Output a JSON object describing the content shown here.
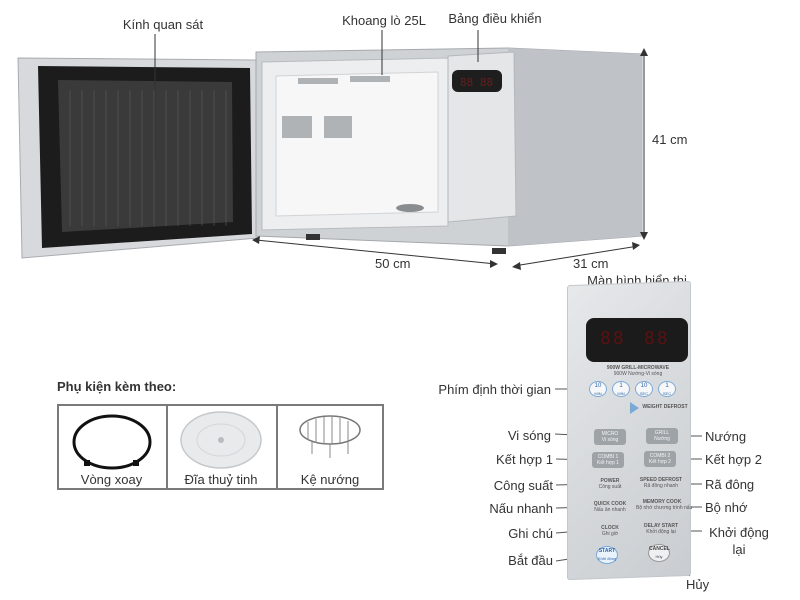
{
  "top_labels": {
    "viewing_window": "Kính quan sát",
    "cavity": "Khoang lò 25L",
    "control_panel": "Bảng điều khiển"
  },
  "dimensions": {
    "height": "41 cm",
    "width": "50 cm",
    "depth": "31 cm"
  },
  "display_label": "Màn hình hiển thị",
  "accessories": {
    "title": "Phụ kiện kèm theo:",
    "items": [
      "Vòng xoay",
      "Đĩa thuỷ tinh",
      "Kệ nướng"
    ]
  },
  "callouts": {
    "time_keys": "Phím định thời gian",
    "microwave": "Vi sóng",
    "grill": "Nướng",
    "combi1": "Kết hợp 1",
    "combi2": "Kết hợp 2",
    "power": "Công suất",
    "defrost": "Rã đông",
    "quick_cook": "Nấu nhanh",
    "memory": "Bộ nhớ",
    "clock": "Ghi chú",
    "delay_start": "Khởi động lại",
    "start": "Bắt đầu",
    "cancel": "Hủy"
  },
  "panel": {
    "display_digits_left": "88",
    "display_digits_right": "88",
    "spec_line1": "900W GRILL-MICROWAVE",
    "spec_line2": "900W Nướng-Vi sóng",
    "time_buttons": [
      {
        "top": "10",
        "bottom": "MIN"
      },
      {
        "top": "1",
        "bottom": "MIN"
      },
      {
        "top": "10",
        "bottom": "SEC"
      },
      {
        "top": "1",
        "bottom": "SEC"
      }
    ],
    "weight_defrost": "WEIGHT DEFROST",
    "micro": {
      "en": "MICRO",
      "vi": "Vi sóng"
    },
    "grill": {
      "en": "GRILL",
      "vi": "Nướng"
    },
    "combi1": {
      "en": "COMBI 1",
      "vi": "Kết hợp 1"
    },
    "combi2": {
      "en": "COMBI 2",
      "vi": "Kết hợp 2"
    },
    "power": {
      "en": "POWER",
      "vi": "Công suất"
    },
    "speed_defrost": {
      "en": "SPEED DEFROST",
      "vi": "Rã đông nhanh"
    },
    "quick_cook": {
      "en": "QUICK COOK",
      "vi": "Nấu ăn nhanh"
    },
    "memory_cook": {
      "en": "MEMORY COOK",
      "vi": "Bộ nhớ chương trình nấu"
    },
    "clock": {
      "en": "CLOCK",
      "vi": "Ghi giờ"
    },
    "delay_start": {
      "en": "DELAY START",
      "vi": "Khởi động lại"
    },
    "start": {
      "en": "START",
      "vi": "Khởi động"
    },
    "cancel": {
      "en": "CANCEL",
      "vi": "Hủy"
    }
  }
}
